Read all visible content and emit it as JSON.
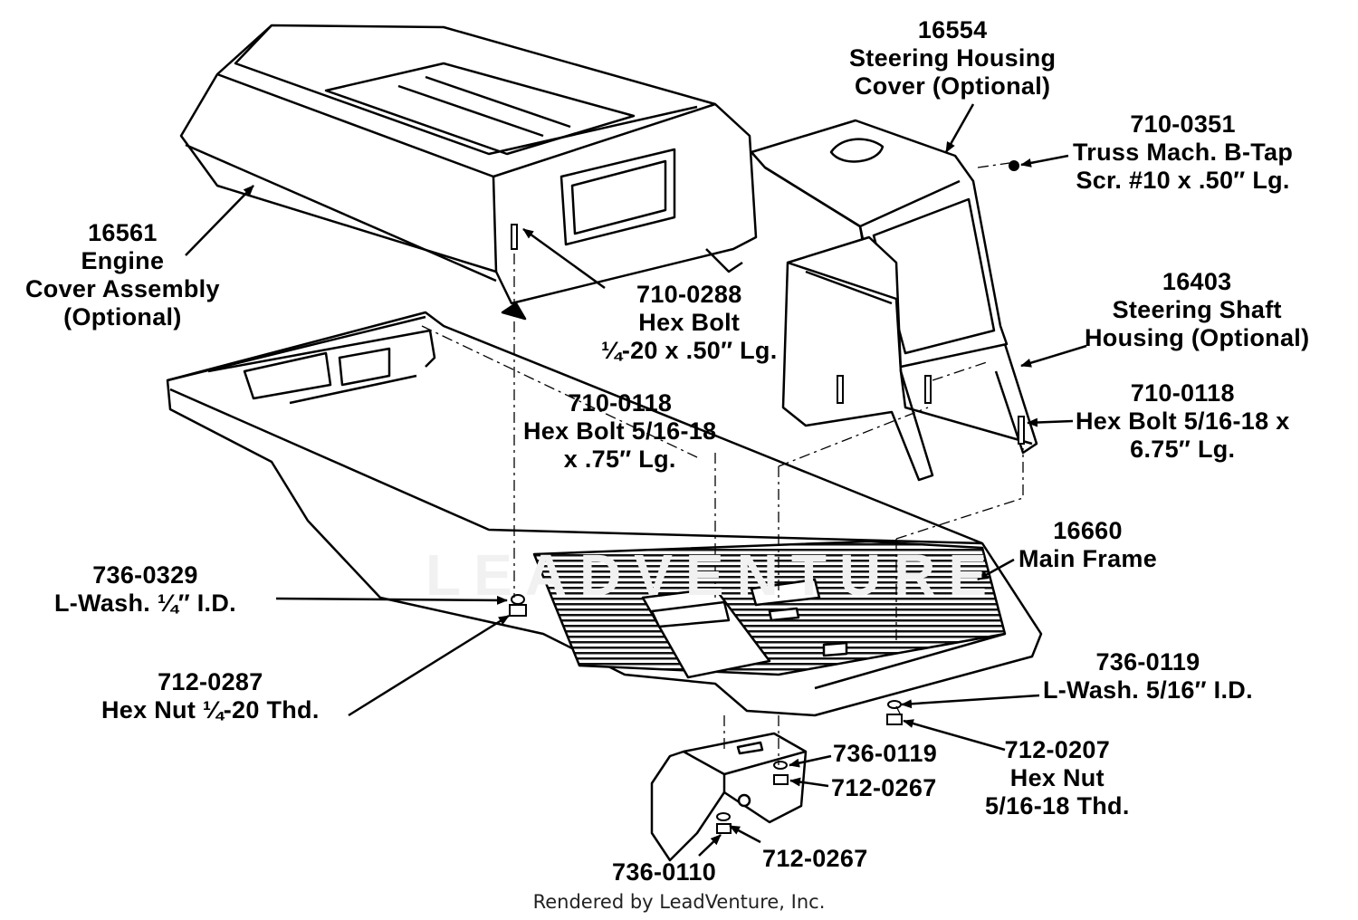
{
  "watermark": "LEADVENTURE",
  "footer": "Rendered by LeadVenture, Inc.",
  "callouts": [
    {
      "id": "steering-housing-cover",
      "lines": [
        "16554",
        "Steering Housing",
        "Cover (Optional)"
      ]
    },
    {
      "id": "truss-screw",
      "lines": [
        "710-0351",
        "Truss Mach. B-Tap",
        "Scr. #10 x .50″ Lg."
      ]
    },
    {
      "id": "engine-cover",
      "lines": [
        "16561",
        "Engine",
        "Cover Assembly",
        "(Optional)"
      ]
    },
    {
      "id": "hex-bolt-0288",
      "lines": [
        "710-0288",
        "Hex Bolt",
        "¼-20 x .50″ Lg."
      ]
    },
    {
      "id": "steering-shaft-housing",
      "lines": [
        "16403",
        "Steering Shaft",
        "Housing (Optional)"
      ]
    },
    {
      "id": "hex-bolt-0118-short",
      "lines": [
        "710-0118",
        "Hex Bolt 5/16-18",
        "x .75″ Lg."
      ]
    },
    {
      "id": "hex-bolt-0118-long",
      "lines": [
        "710-0118",
        "Hex Bolt 5/16-18 x",
        "6.75″ Lg."
      ]
    },
    {
      "id": "main-frame",
      "lines": [
        "16660",
        "Main Frame"
      ]
    },
    {
      "id": "lock-washer-0329",
      "lines": [
        "736-0329",
        "L-Wash. ¼″ I.D."
      ]
    },
    {
      "id": "hex-nut-0287",
      "lines": [
        "712-0287",
        "Hex Nut ¼-20 Thd."
      ]
    },
    {
      "id": "lock-washer-0119-right",
      "lines": [
        "736-0119",
        "L-Wash. 5/16″ I.D."
      ]
    },
    {
      "id": "washer-0119-bracket",
      "lines": [
        "736-0119"
      ]
    },
    {
      "id": "hex-nut-0207",
      "lines": [
        "712-0207",
        "Hex Nut",
        "5/16-18 Thd."
      ]
    },
    {
      "id": "nut-0267-upper",
      "lines": [
        "712-0267"
      ]
    },
    {
      "id": "nut-0267-lower",
      "lines": [
        "712-0267"
      ]
    },
    {
      "id": "washer-0110",
      "lines": [
        "736-0110"
      ]
    }
  ]
}
